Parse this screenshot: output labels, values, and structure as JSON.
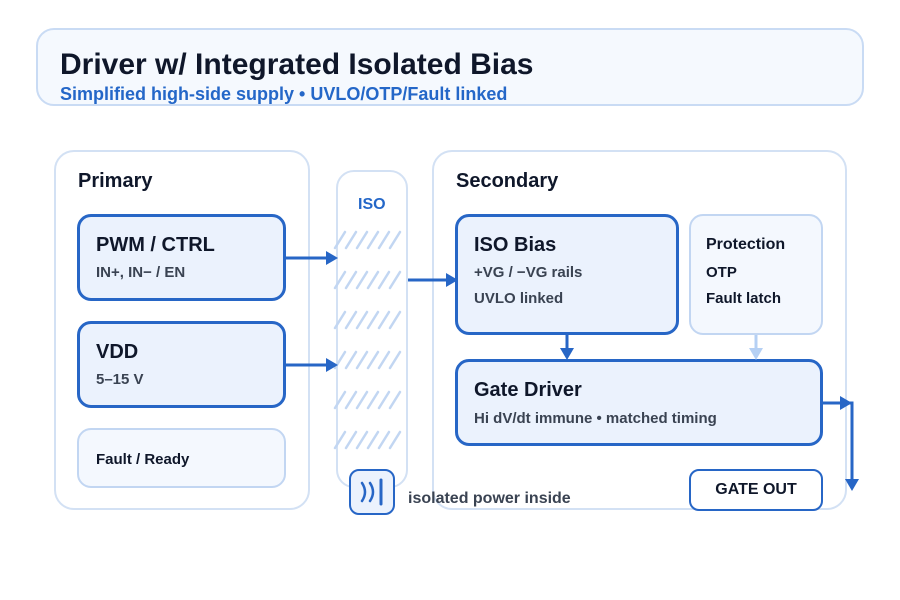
{
  "header": {
    "title": "Driver w/ Integrated Isolated Bias",
    "subtitle": "Simplified high-side supply • UVLO/OTP/Fault linked"
  },
  "primary": {
    "title": "Primary",
    "pwm": {
      "title": "PWM / CTRL",
      "sub": "IN+, IN− / EN"
    },
    "vdd": {
      "title": "VDD",
      "sub": "5–15 V"
    },
    "fault": {
      "title": "Fault / Ready"
    }
  },
  "iso": {
    "label": "ISO"
  },
  "secondary": {
    "title": "Secondary",
    "iso_bias": {
      "title": "ISO Bias",
      "line1": "+VG / −VG rails",
      "line2": "UVLO linked"
    },
    "protection": {
      "title": "Protection",
      "line1": "OTP",
      "line2": "Fault latch"
    },
    "gate_driver": {
      "title": "Gate Driver",
      "sub": "Hi dV/dt immune • matched timing"
    },
    "gate_out": "GATE OUT"
  },
  "legend": {
    "text": "isolated power inside",
    "icon": "isolated-power-icon"
  },
  "colors": {
    "accent": "#2766c6",
    "light_accent": "#b5d0f4",
    "border": "#d3e1f4",
    "block_fill": "#ebf2fd"
  }
}
